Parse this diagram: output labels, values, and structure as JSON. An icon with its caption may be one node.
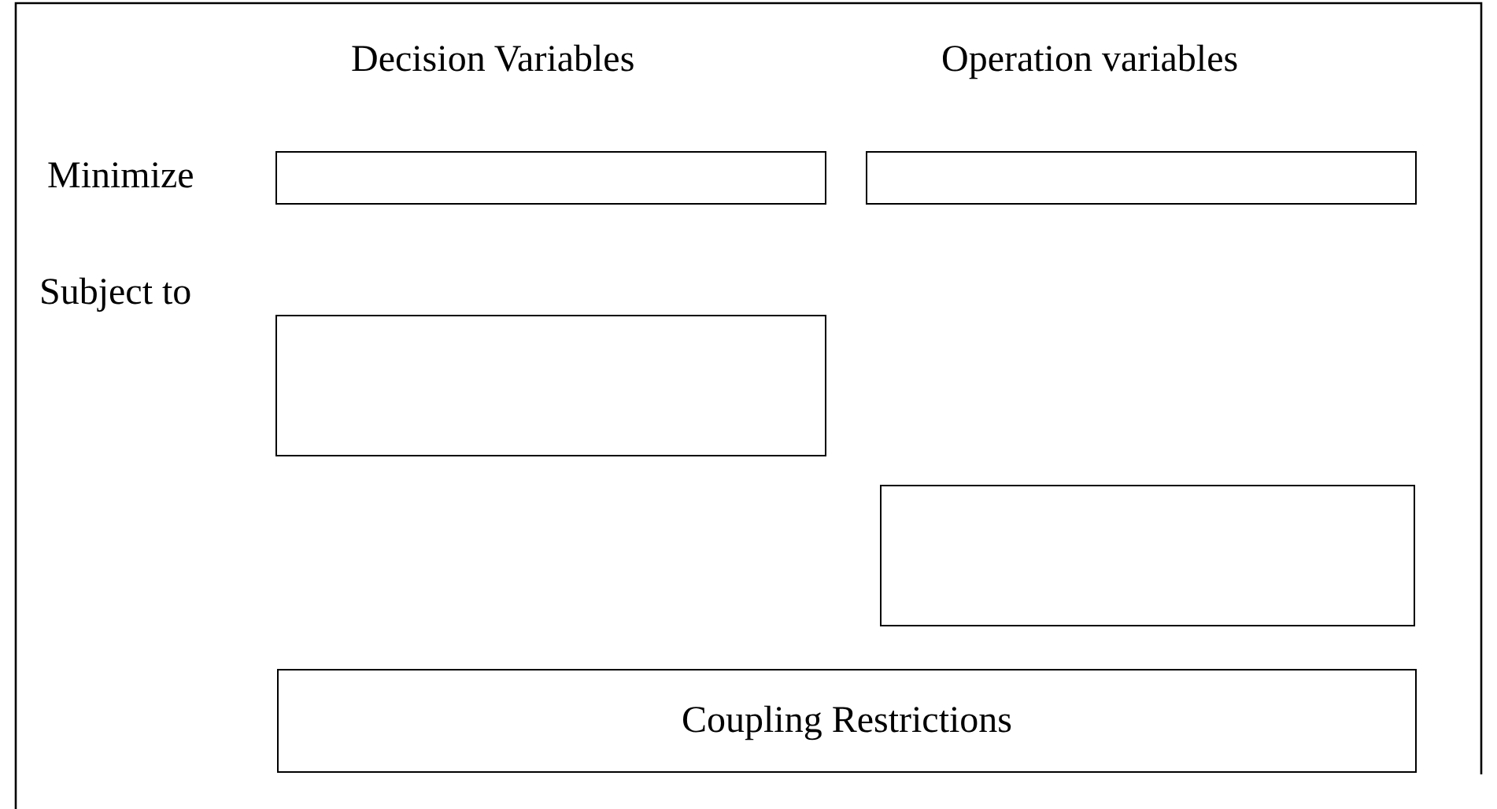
{
  "diagram": {
    "nodes": [
      {
        "text": [],
        "shape": "box"
      },
      {
        "text": [],
        "shape": "box"
      },
      {
        "text": [],
        "shape": "box"
      },
      {
        "text": [],
        "shape": "box"
      },
      {
        "text": [
          "Coupling Restrictions"
        ]
      }
    ],
    "labels": [
      "Decision Variables",
      "Operation variables",
      "Minimize",
      "Subject to"
    ]
  }
}
